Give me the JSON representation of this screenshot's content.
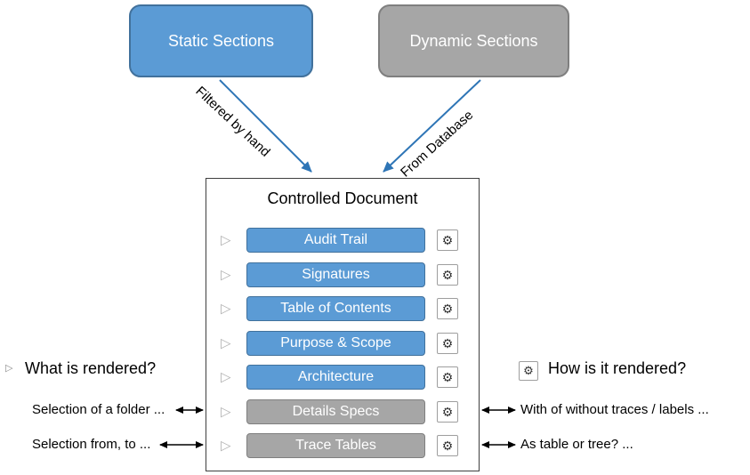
{
  "colors": {
    "blue": "#5B9BD5",
    "blue_border": "#41719C",
    "gray": "#A6A6A6",
    "gray_border": "#7F7F7F",
    "arrow_blue": "#2E75B6",
    "doc_border": "#3F3F3F"
  },
  "icons": {
    "expander": "▷",
    "gear": "⚙"
  },
  "nodes": {
    "static": {
      "label": "Static Sections"
    },
    "dynamic": {
      "label": "Dynamic Sections"
    }
  },
  "arrows": {
    "static_label": "Filtered by hand",
    "dynamic_label": "From Database"
  },
  "document": {
    "title": "Controlled Document",
    "sections": [
      {
        "label": "Audit Trail",
        "type": "static"
      },
      {
        "label": "Signatures",
        "type": "static"
      },
      {
        "label": "Table of Contents",
        "type": "static"
      },
      {
        "label": "Purpose & Scope",
        "type": "static"
      },
      {
        "label": "Architecture",
        "type": "static"
      },
      {
        "label": "Details Specs",
        "type": "dynamic"
      },
      {
        "label": "Trace Tables",
        "type": "dynamic"
      }
    ]
  },
  "legend": {
    "left_title": "What is rendered?",
    "right_title": "How is it rendered?"
  },
  "annotations": {
    "left": [
      "Selection of a folder ...",
      "Selection from, to ..."
    ],
    "right": [
      "With of without traces / labels ...",
      "As table or tree? ..."
    ]
  }
}
